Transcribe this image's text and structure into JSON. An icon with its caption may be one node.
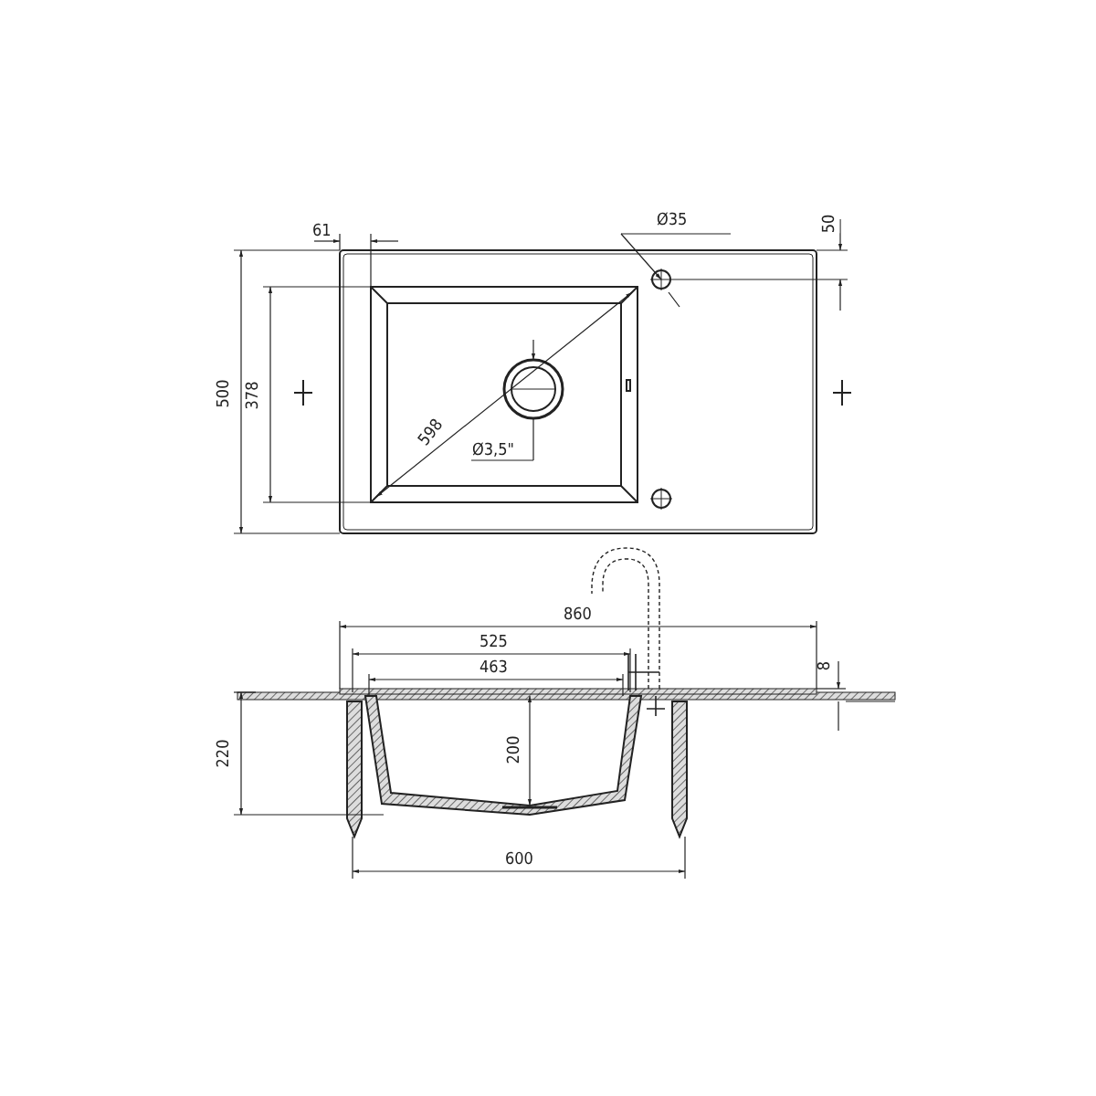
{
  "diagram": {
    "labels": [
      "61",
      "Ø35",
      "50",
      "500",
      "378",
      "598",
      "Ø3,5\"",
      "860",
      "525",
      "8",
      "463",
      "220",
      "200",
      "600"
    ]
  }
}
